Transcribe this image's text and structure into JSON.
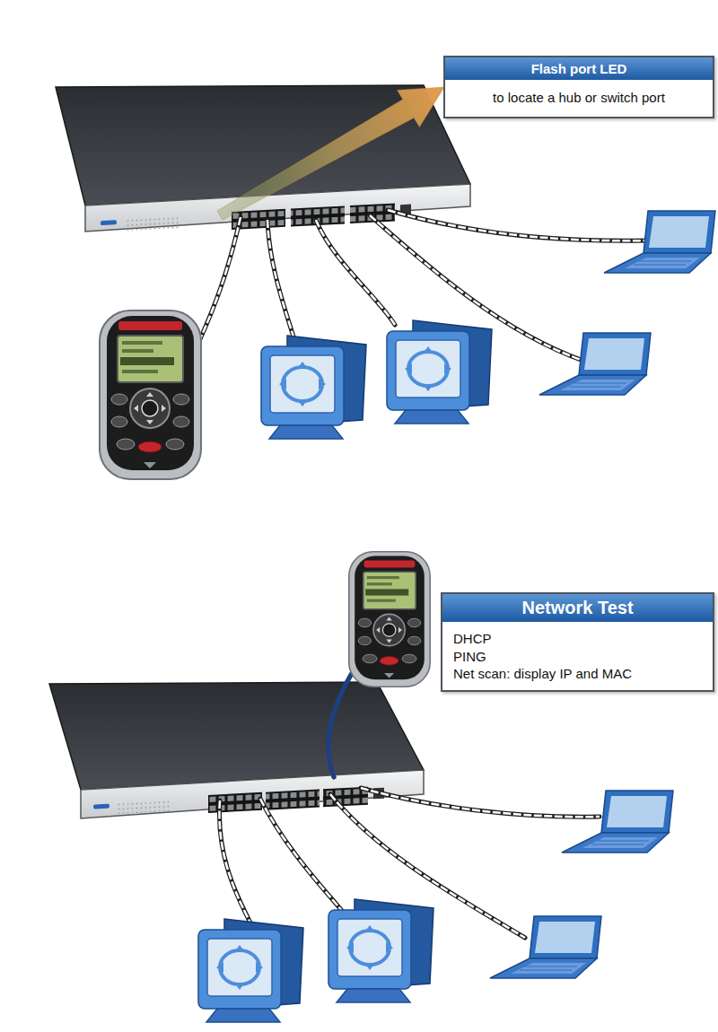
{
  "diagram": {
    "nodes": [
      {
        "text": [
          "Flash port LED",
          "to locate a hub or switch port"
        ]
      },
      {
        "text": [
          "Network Test",
          "DHCP",
          "PING",
          "Net scan: display IP and MAC"
        ]
      }
    ]
  }
}
